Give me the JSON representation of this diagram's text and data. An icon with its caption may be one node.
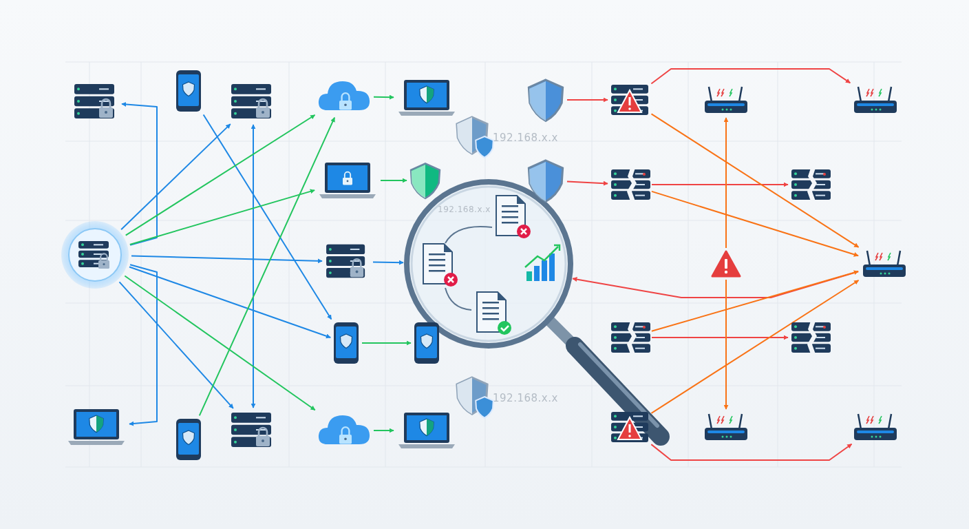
{
  "diagram": {
    "nodes": [
      {
        "text": [],
        "shape": "picture"
      },
      {
        "text": [],
        "shape": "picture"
      },
      {
        "text": [],
        "shape": "picture"
      },
      {
        "text": [],
        "shape": "picture"
      },
      {
        "text": [],
        "shape": "picture"
      },
      {
        "text": [],
        "shape": "picture"
      },
      {
        "text": [],
        "shape": "picture"
      },
      {
        "text": [],
        "shape": "picture"
      },
      {
        "text": [],
        "shape": "picture"
      },
      {
        "text": [],
        "shape": "picture"
      },
      {
        "text": [],
        "shape": "picture"
      },
      {
        "text": [],
        "shape": "picture"
      },
      {
        "text": [],
        "shape": "picture"
      },
      {
        "text": [],
        "shape": "picture"
      },
      {
        "text": [],
        "shape": "picture"
      },
      {
        "text": [],
        "shape": "picture"
      },
      {
        "text": [],
        "shape": "picture"
      },
      {
        "text": [],
        "shape": "picture"
      },
      {
        "text": [],
        "shape": "picture"
      },
      {
        "text": [],
        "shape": "picture"
      },
      {
        "text": [],
        "shape": "picture"
      },
      {
        "text": [],
        "shape": "picture"
      },
      {
        "text": [],
        "shape": "picture"
      },
      {
        "text": [],
        "shape": "picture"
      },
      {
        "text": [],
        "shape": "picture"
      },
      {
        "text": [],
        "shape": "picture"
      },
      {
        "text": [],
        "shape": "picture"
      },
      {
        "text": [],
        "shape": "picture"
      },
      {
        "text": [],
        "shape": "picture"
      },
      {
        "text": [],
        "shape": "picture"
      },
      {
        "text": [],
        "shape": "picture"
      }
    ],
    "edges": [
      {
        "from": 0,
        "to": 1,
        "arrow": "to"
      },
      {
        "from": 0,
        "to": 3,
        "arrow": "to"
      },
      {
        "from": 0,
        "to": 8,
        "arrow": "to"
      },
      {
        "from": 0,
        "to": 10,
        "arrow": "to"
      },
      {
        "from": 0,
        "to": 12,
        "arrow": "to"
      },
      {
        "from": 3,
        "to": 14,
        "arrow": "both"
      },
      {
        "from": 0,
        "to": 14,
        "arrow": "to"
      },
      {
        "from": 2,
        "to": 10,
        "arrow": "to"
      },
      {
        "from": 8,
        "to": 9,
        "arrow": "to"
      },
      {
        "from": 0,
        "to": 4,
        "arrow": "to",
        "color": "#22c55e"
      },
      {
        "from": 0,
        "to": 6,
        "arrow": "to",
        "color": "#22c55e"
      },
      {
        "from": 13,
        "to": 4,
        "arrow": "to",
        "color": "#22c55e"
      },
      {
        "from": 0,
        "to": 15,
        "arrow": "to",
        "color": "#22c55e"
      },
      {
        "from": 4,
        "to": 5,
        "arrow": "to",
        "color": "#22c55e"
      },
      {
        "from": 6,
        "to": 7,
        "arrow": "to",
        "color": "#22c55e"
      },
      {
        "from": 15,
        "to": 16,
        "arrow": "to",
        "color": "#22c55e"
      },
      {
        "from": 10,
        "to": 11,
        "arrow": "to",
        "color": "#22c55e"
      },
      {
        "from": 17,
        "to": 18,
        "arrow": "to",
        "color": "#ef4444"
      },
      {
        "from": 21,
        "to": 22,
        "arrow": "to",
        "color": "#ef4444"
      },
      {
        "from": 22,
        "to": 23,
        "arrow": "to",
        "color": "#ef4444"
      },
      {
        "from": 26,
        "to": 27,
        "arrow": "to",
        "color": "#ef4444"
      },
      {
        "from": 18,
        "to": 20,
        "arrow": "to",
        "color": "#ef4444"
      },
      {
        "from": 28,
        "to": 30,
        "arrow": "to",
        "color": "#ef4444"
      },
      {
        "from": 24,
        "to": 9,
        "arrow": "to",
        "color": "#ef4444"
      },
      {
        "from": 25,
        "to": 19,
        "arrow": "to",
        "color": "#f97316"
      },
      {
        "from": 25,
        "to": 29,
        "arrow": "to",
        "color": "#f97316"
      },
      {
        "from": 22,
        "to": 24,
        "arrow": "to",
        "color": "#f97316"
      },
      {
        "from": 26,
        "to": 24,
        "arrow": "to",
        "color": "#f97316"
      },
      {
        "from": 18,
        "to": 24,
        "arrow": "to",
        "color": "#f97316"
      },
      {
        "from": 28,
        "to": 24,
        "arrow": "to",
        "color": "#f97316"
      }
    ],
    "labels": [
      "192.168.x.x",
      "192.168.x.x",
      "192.168.x.x"
    ]
  }
}
